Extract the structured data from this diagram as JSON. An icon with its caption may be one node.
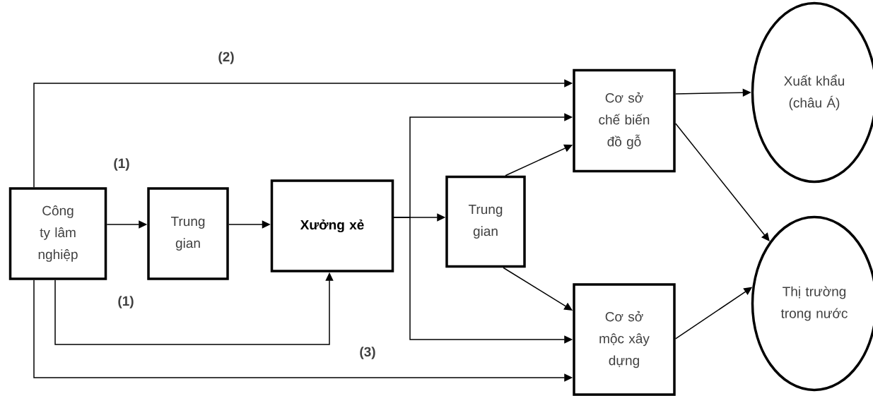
{
  "diagram": {
    "nodes": [
      {
        "text": [
          "Công ty lâm nghiệp"
        ]
      },
      {
        "text": [
          "Trung gian"
        ]
      },
      {
        "text": [
          "Xưởng xẻ"
        ]
      },
      {
        "text": [
          "Trung gian"
        ]
      },
      {
        "text": [
          "Cơ sở chế biến đồ gỗ"
        ]
      },
      {
        "text": [
          "Cơ sở mộc xây dựng"
        ]
      },
      {
        "text": [
          "Xuất khẩu (châu Á)"
        ]
      },
      {
        "text": [
          "Thị trường trong nước"
        ]
      }
    ],
    "edges": [
      {
        "from": 0,
        "to": 1,
        "arrow": "to",
        "label": "(1)"
      },
      {
        "from": 1,
        "to": 2,
        "arrow": "to"
      },
      {
        "from": 2,
        "to": 3,
        "arrow": "to"
      },
      {
        "from": 0,
        "to": 4,
        "arrow": "to",
        "label": "(2)"
      },
      {
        "from": 0,
        "to": 2,
        "arrow": "to",
        "label": "(1)"
      },
      {
        "from": 0,
        "to": 5,
        "arrow": "to",
        "label": "(3)"
      },
      {
        "from": 2,
        "to": 4,
        "arrow": "to"
      },
      {
        "from": 2,
        "to": 5,
        "arrow": "to"
      },
      {
        "from": 3,
        "to": 4,
        "arrow": "to"
      },
      {
        "from": 3,
        "to": 5,
        "arrow": "to"
      },
      {
        "from": 4,
        "to": 6,
        "arrow": "to"
      },
      {
        "from": 4,
        "to": 7,
        "arrow": "to"
      },
      {
        "from": 5,
        "to": 7,
        "arrow": "to"
      }
    ]
  }
}
